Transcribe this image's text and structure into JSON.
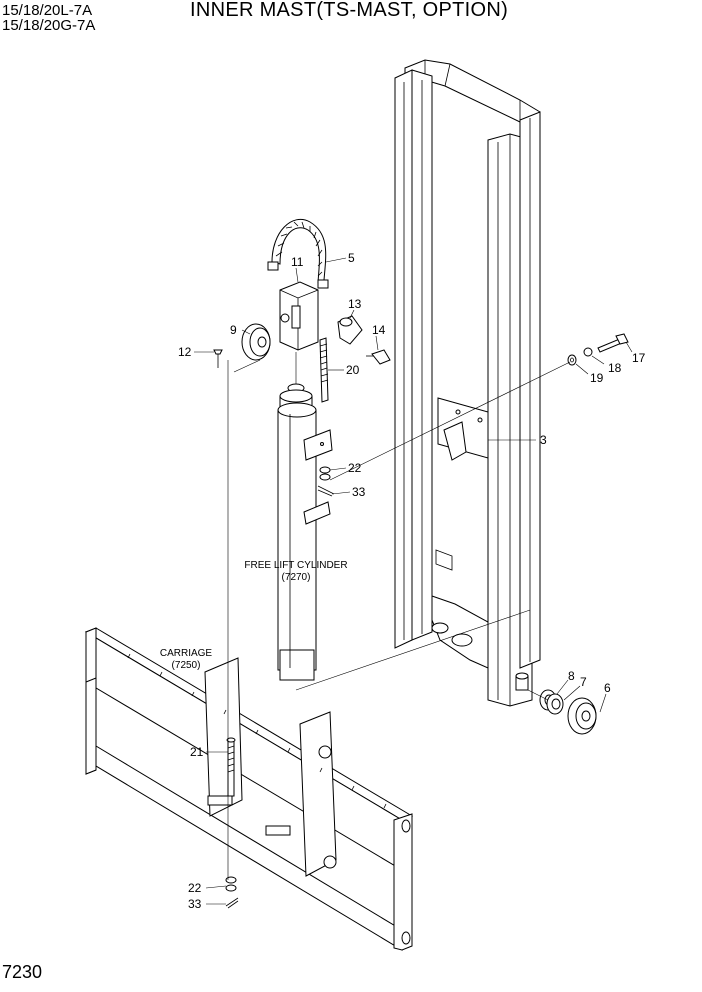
{
  "header": {
    "model_line_1": "15/18/20L-7A",
    "model_line_2": "15/18/20G-7A",
    "title": "INNER MAST(TS-MAST, OPTION)"
  },
  "page_number": "7230",
  "labels": {
    "cylinder_name": "FREE LIFT CYLINDER",
    "cylinder_ref": "(7270)",
    "carriage_name": "CARRIAGE",
    "carriage_ref": "(7250)"
  },
  "callouts": {
    "c3": "3",
    "c5": "5",
    "c6": "6",
    "c7": "7",
    "c8": "8",
    "c9": "9",
    "c11": "11",
    "c12": "12",
    "c13": "13",
    "c14": "14",
    "c17": "17",
    "c18": "18",
    "c19": "19",
    "c20": "20",
    "c21": "21",
    "c22a": "22",
    "c22b": "22",
    "c33a": "33",
    "c33b": "33"
  }
}
